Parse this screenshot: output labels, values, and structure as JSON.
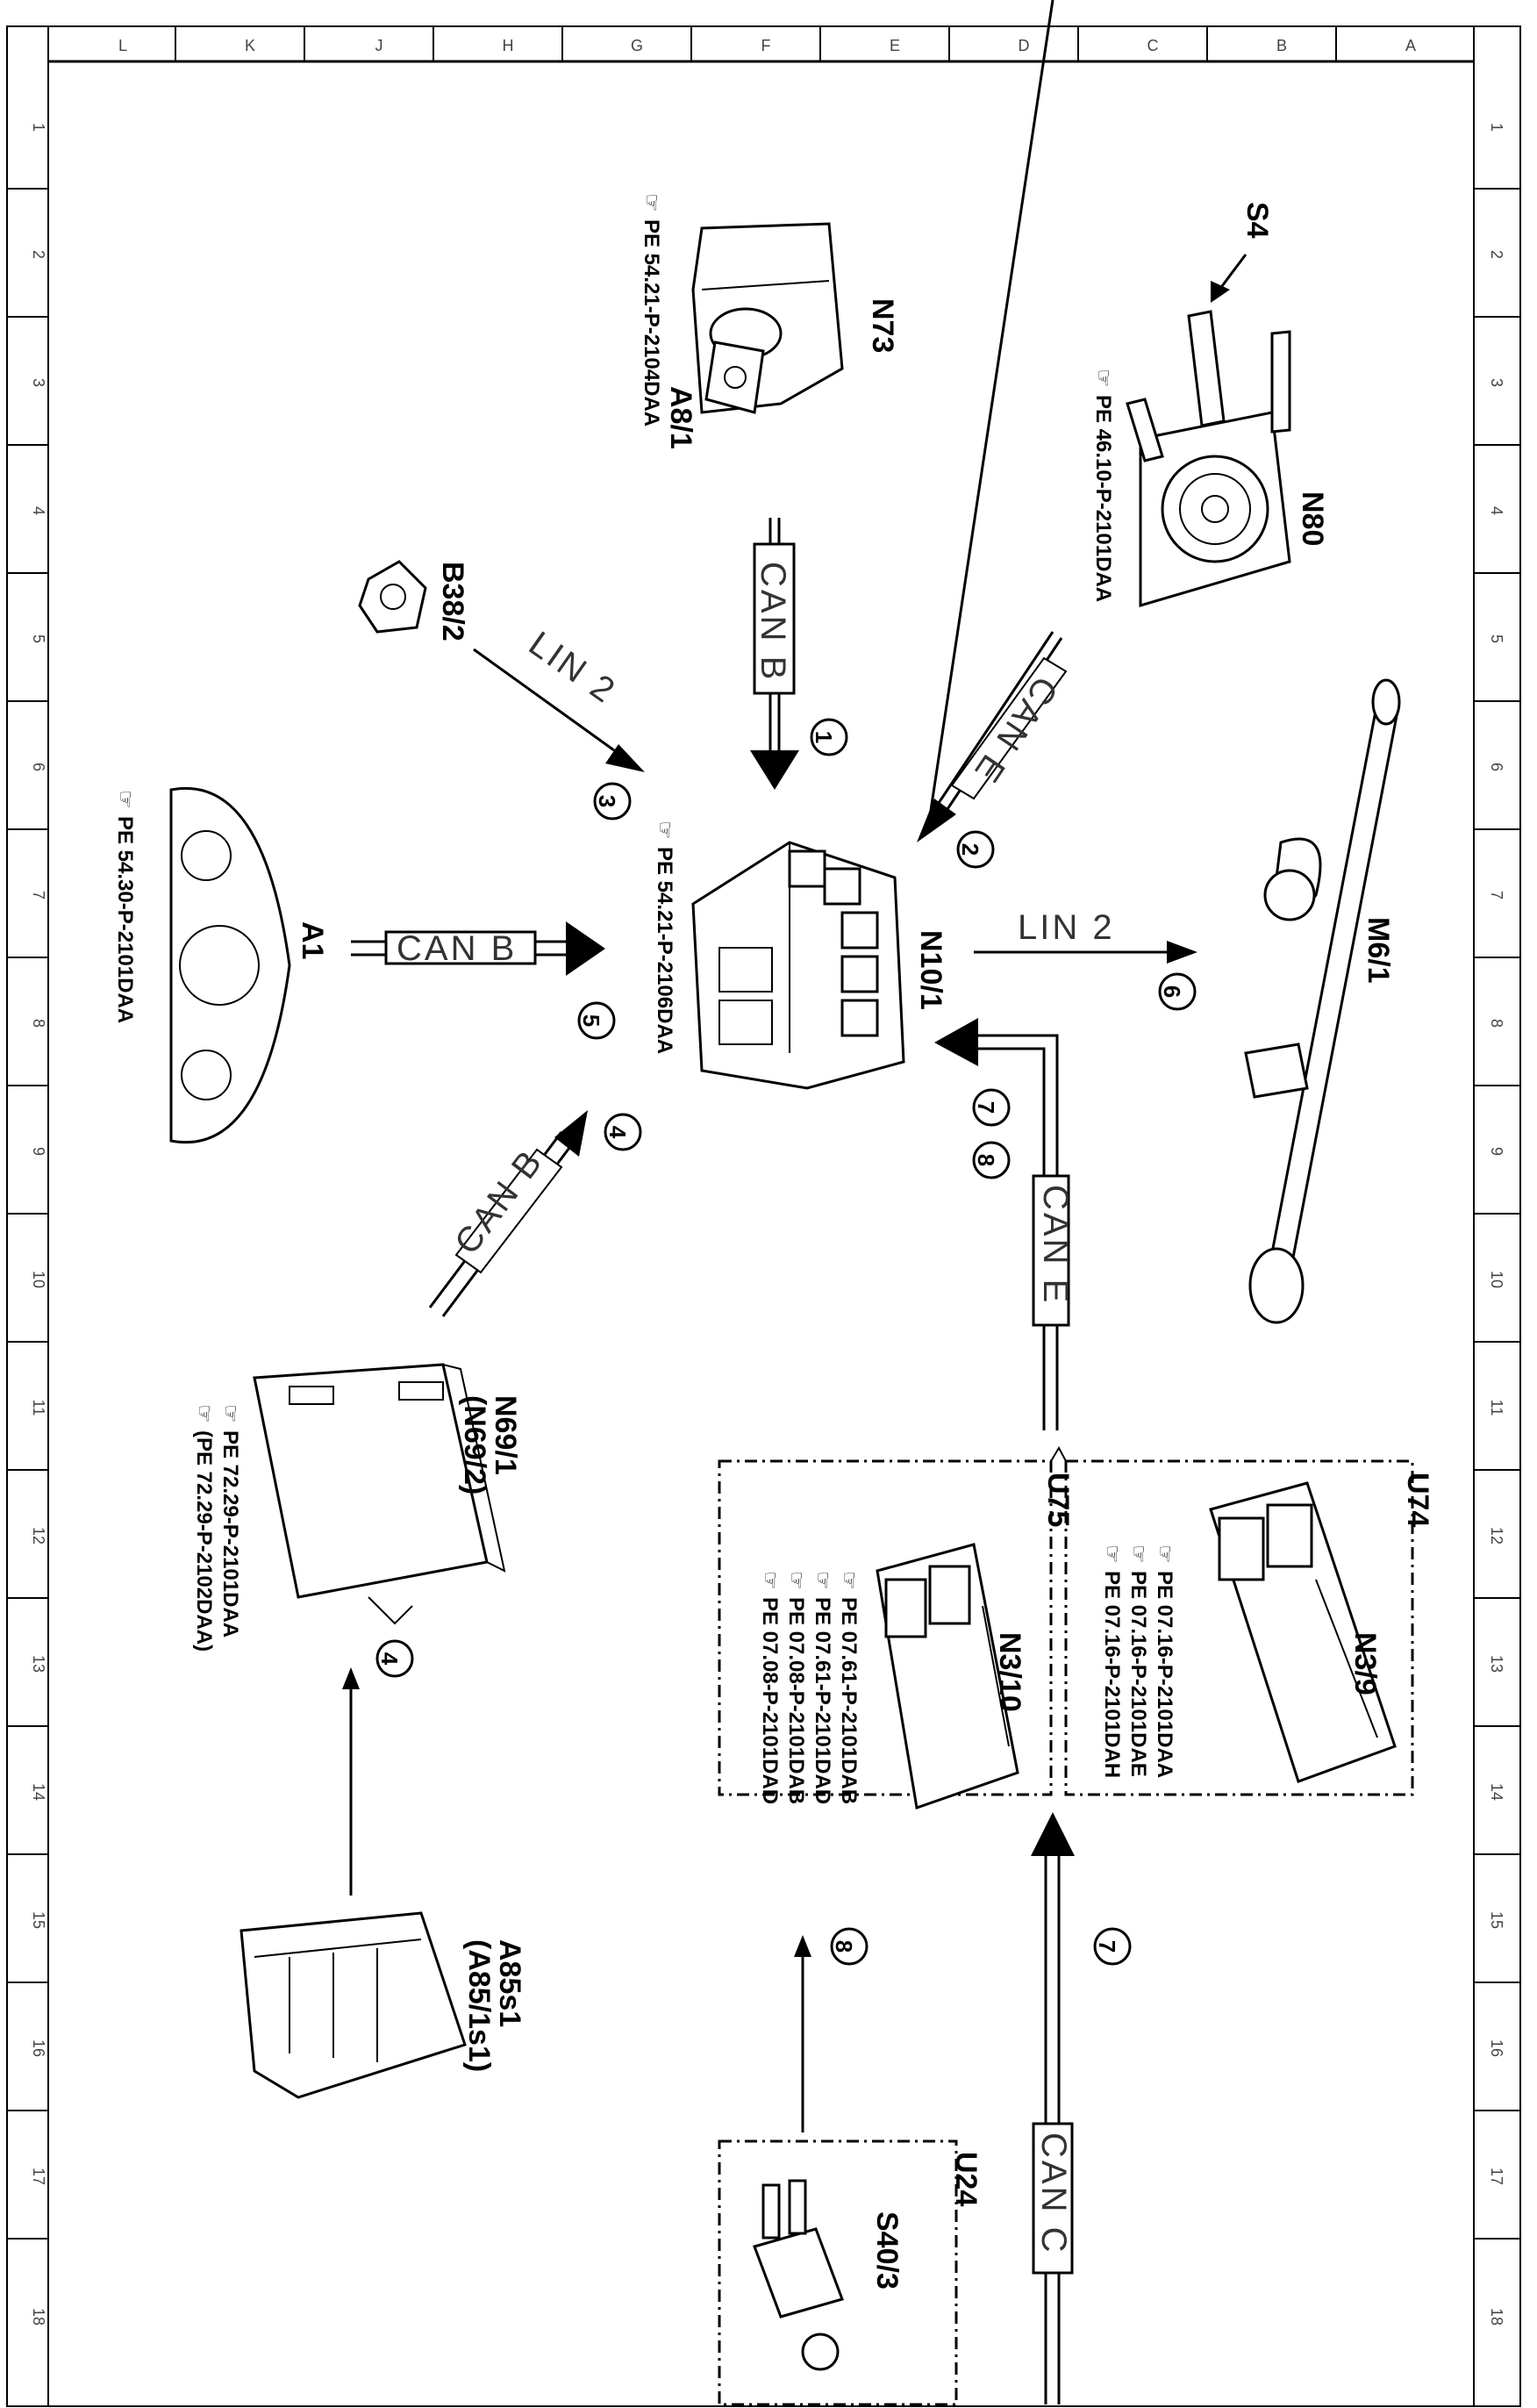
{
  "grid": {
    "letters": [
      "L",
      "K",
      "J",
      "H",
      "G",
      "F",
      "E",
      "D",
      "C",
      "B",
      "A"
    ],
    "numbers": [
      "1",
      "2",
      "3",
      "4",
      "5",
      "6",
      "7",
      "8",
      "9",
      "10",
      "11",
      "12",
      "13",
      "14",
      "15",
      "16",
      "17",
      "18"
    ]
  },
  "components": {
    "n73": "N73",
    "a8_1": "A8/1",
    "s4": "S4",
    "n80": "N80",
    "b38_2": "B38/2",
    "a1": "A1",
    "n10_1": "N10/1",
    "m6_1": "M6/1",
    "n69_1": "N69/1",
    "n69_2": "(N69/2)",
    "u74": "U74",
    "n3_9": "N3/9",
    "u75": "U75",
    "n3_10": "N3/10",
    "a85s1": "A85s1",
    "a85_1s1": "(A85/1s1)",
    "u24": "U24",
    "s40_3": "S40/3"
  },
  "references": {
    "n73": "PE 54.21-P-2104DAA",
    "n80": "PE 46.10-P-2101DAA",
    "a1": "PE 54.30-P-2101DAA",
    "n10_1": "PE 54.21-P-2106DAA",
    "n69_a": "PE 72.29-P-2101DAA",
    "n69_b": "(PE 72.29-P-2102DAA)",
    "u74": [
      "PE 07.16-P-2101DAA",
      "PE 07.16-P-2101DAE",
      "PE 07.16-P-2101DAH"
    ],
    "u75": [
      "PE 07.61-P-2101DAB",
      "PE 07.61-P-2101DAD",
      "PE 07.08-P-2101DAB",
      "PE 07.08-P-2101DAD"
    ]
  },
  "buses": {
    "can_b": "CAN B",
    "can_e": "CAN E",
    "can_c": "CAN C",
    "lin_2": "LIN 2"
  },
  "markers": [
    "1",
    "2",
    "3",
    "4",
    "5",
    "6",
    "7",
    "8"
  ]
}
